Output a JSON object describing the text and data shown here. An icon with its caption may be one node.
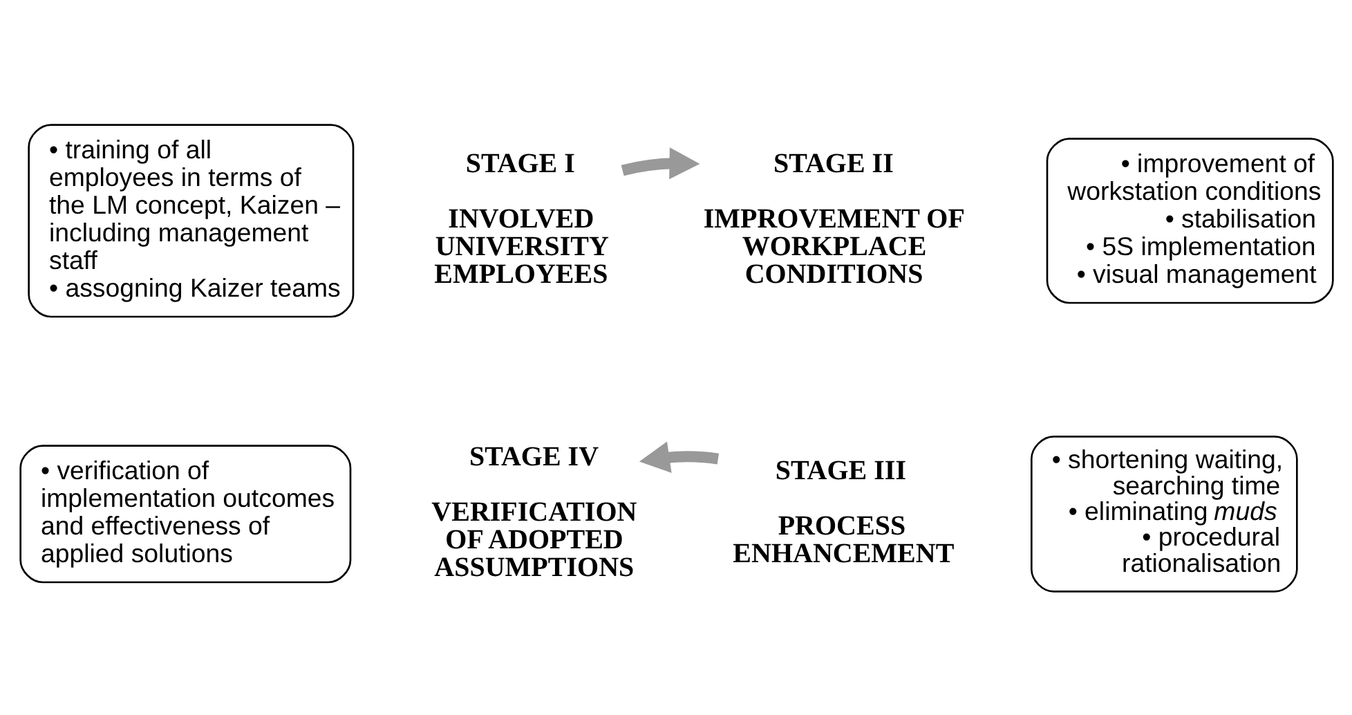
{
  "diagram": {
    "nodes": [
      {
        "text": [
          "• training of all employees in terms of the LM concept, Kaizen – including management staff",
          "• assogning Kaizer teams"
        ]
      },
      {
        "text": [
          "STAGE I",
          "INVOLVED UNIVERSITY EMPLOYEES"
        ]
      },
      {
        "text": [
          "STAGE II",
          "IMPROVEMENT OF WORKPLACE CONDITIONS"
        ]
      },
      {
        "text": [
          "• improvement of workstation conditions",
          "• stabilisation",
          "• 5S implementation",
          "• visual management"
        ]
      },
      {
        "text": [
          "• verification of implementation outcomes and effectiveness of applied solutions"
        ]
      },
      {
        "text": [
          "STAGE IV",
          "VERIFICATION OF ADOPTED ASSUMPTIONS"
        ]
      },
      {
        "text": [
          "STAGE III",
          "PROCESS ENHANCEMENT"
        ]
      },
      {
        "text": [
          "• shortening waiting, searching time",
          "• eliminating *muds*",
          "• procedural rationalisation"
        ]
      }
    ],
    "edges": [
      {
        "from": 1,
        "to": 2,
        "arrow": "to"
      },
      {
        "from": 6,
        "to": 5,
        "arrow": "to"
      }
    ]
  }
}
